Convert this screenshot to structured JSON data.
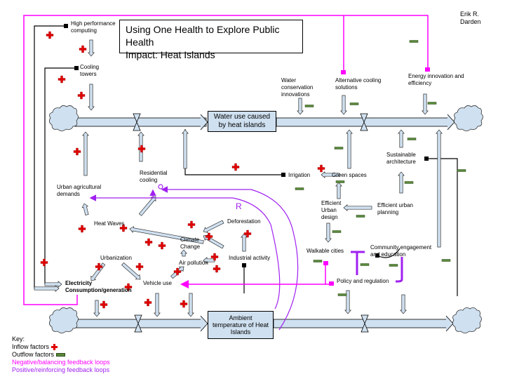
{
  "title": {
    "line1": "Using One Health to Explore Public Health",
    "line2": "Impact: Heat Islands"
  },
  "author": {
    "line1": "Erik R.",
    "line2": "Darden"
  },
  "stocks": {
    "water_use": {
      "line1": "Water use caused",
      "line2": "by heat islands"
    },
    "ambient_temp": {
      "line1": "Ambient",
      "line2": "temperature of Heat",
      "line3": "Islands"
    }
  },
  "factors": {
    "high_performance_computing": {
      "line1": "High performance",
      "line2": "computing"
    },
    "cooling_towers": {
      "line1": "Cooling",
      "line2": "towers"
    },
    "water_conservation": {
      "line1": "Water",
      "line2": "conservation",
      "line3": "innovations"
    },
    "alternative_cooling": {
      "line1": "Alternative cooling",
      "line2": "solutions"
    },
    "energy_innovation": {
      "line1": "Energy innovation and",
      "line2": "efficiency"
    },
    "sustainable_architecture": {
      "line1": "Sustainable",
      "line2": "architecture"
    },
    "irrigation": "Irrigation",
    "green_spaces": "Green spaces",
    "residential_cooling": {
      "line1": "Residential",
      "line2": "cooling"
    },
    "urban_agricultural": {
      "line1": "Urban  agricultural",
      "line2": "demands"
    },
    "heat_waves": "Heat Waves",
    "efficient_urban_design": {
      "line1": "Efficient",
      "line2": "Urban",
      "line3": "design"
    },
    "efficient_urban_planning": {
      "line1": "Efficient urban",
      "line2": "planning"
    },
    "deforestation": "Deforestation",
    "climate_change": {
      "line1": "Climate",
      "line2": "Change"
    },
    "industrial_activity": "Industrial activity",
    "air_pollution": "Air pollution",
    "urbanization": "Urbanization",
    "vehicle_use": "Vehicle use",
    "electricity": {
      "line1": "Electricity",
      "line2": "Consumption/generation"
    },
    "walkable_cities": "Walkable cities",
    "community_engagement": {
      "line1": "Community engagement",
      "line2": "and education"
    },
    "policy_regulation": "Policy and regulation"
  },
  "loop_label": "R",
  "key": {
    "heading": "Key:",
    "inflow": "Inflow factors",
    "outflow": "Outflow factors",
    "negative": "Negative/balancing feedback loops",
    "positive": "Positive/reinforcing feedback loops"
  },
  "colors": {
    "stock_fill": "#cfe0f0",
    "plus": "#e00000",
    "minus_fill": "#5a8a3c",
    "balancing_loop": "#ff00ff",
    "reinforcing_loop": "#a020f0"
  }
}
